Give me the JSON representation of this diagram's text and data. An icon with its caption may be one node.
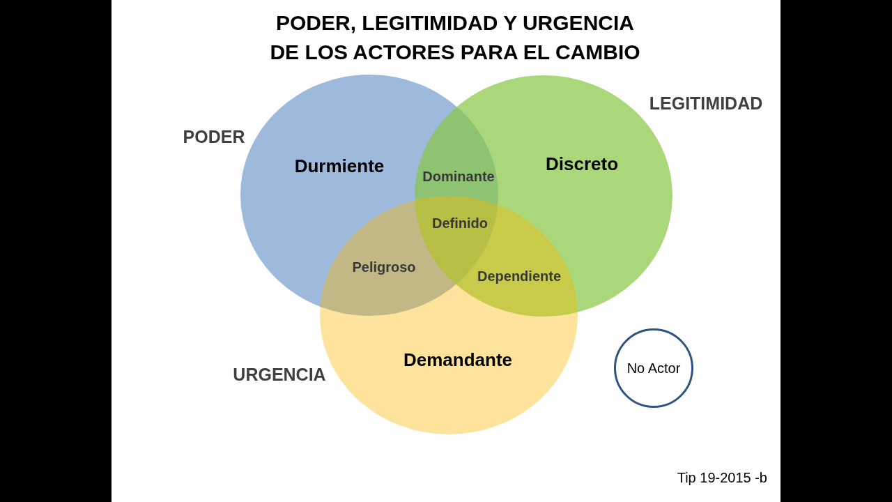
{
  "diagram": {
    "title": "PODER, LEGITIMIDAD Y URGENCIA DE LOS ACTORES PARA EL CAMBIO",
    "nodes": [
      {
        "text": [
          "PODER",
          "Durmiente"
        ]
      },
      {
        "text": [
          "LEGITIMIDAD",
          "Discreto"
        ]
      },
      {
        "text": [
          "URGENCIA",
          "Demandante"
        ]
      },
      {
        "text": [
          "No Actor"
        ]
      }
    ],
    "labels": [
      "Dominante",
      "Definido",
      "Peligroso",
      "Dependiente",
      "Tip 19-2015 -b"
    ]
  }
}
